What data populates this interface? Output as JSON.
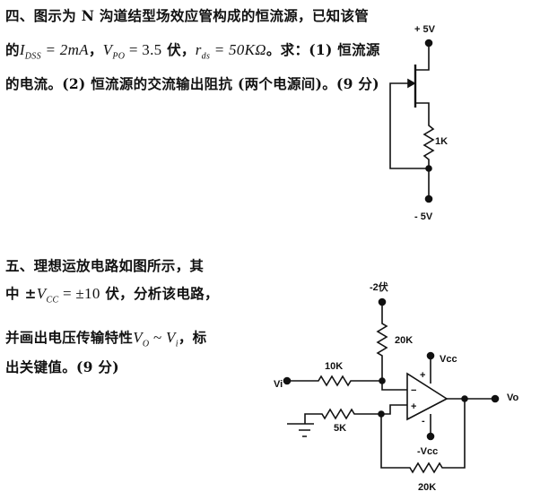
{
  "q4": {
    "line1": "四、图示为 N 沟道结型场效应管构成的恒流源，已知该管",
    "line2": {
      "pre": "的",
      "idss_sym": "I",
      "idss_sub": "DSS",
      "idss_val": " = 2mA",
      "sep1": "，",
      "vpo_sym": "V",
      "vpo_sub": "PO",
      "vpo_val": " = 3.5",
      "mid": " 伏，",
      "rds_sym": "r",
      "rds_sub": "ds",
      "rds_val": " = 50KΩ",
      "post": "。求：(1) 恒流源"
    },
    "line3": "的电流。(2) 恒流源的交流输出阻抗 (两个电源间)。(9 分)",
    "circuit": {
      "vplus": "+ 5V",
      "vminus": "- 5V",
      "resistor": "1K"
    }
  },
  "q5": {
    "line1": "五、理想运放电路如图所示，其",
    "line2": {
      "pre": "中 ±",
      "vcc_sym": "V",
      "vcc_sub": "CC",
      "val": " = ±10",
      "post": " 伏，分析该电路，"
    },
    "line3": {
      "pre": "并画出电压传输特性",
      "vo_sym": "V",
      "vo_sub": "O",
      "tilde": " ~ ",
      "vi_sym": "V",
      "vi_sub": "i",
      "post": "，标"
    },
    "line4": "出关键值。(9 分)",
    "circuit": {
      "bias": "-2伏",
      "r_bias": "20K",
      "r_in": "10K",
      "r_gnd": "5K",
      "r_fb": "20K",
      "vi": "Vi",
      "vo": "Vo",
      "vcc": "Vcc",
      "neg_vcc": "-Vcc",
      "plus_supply": "+",
      "minus_supply": "-",
      "inv": "−",
      "noninv": "+"
    }
  }
}
